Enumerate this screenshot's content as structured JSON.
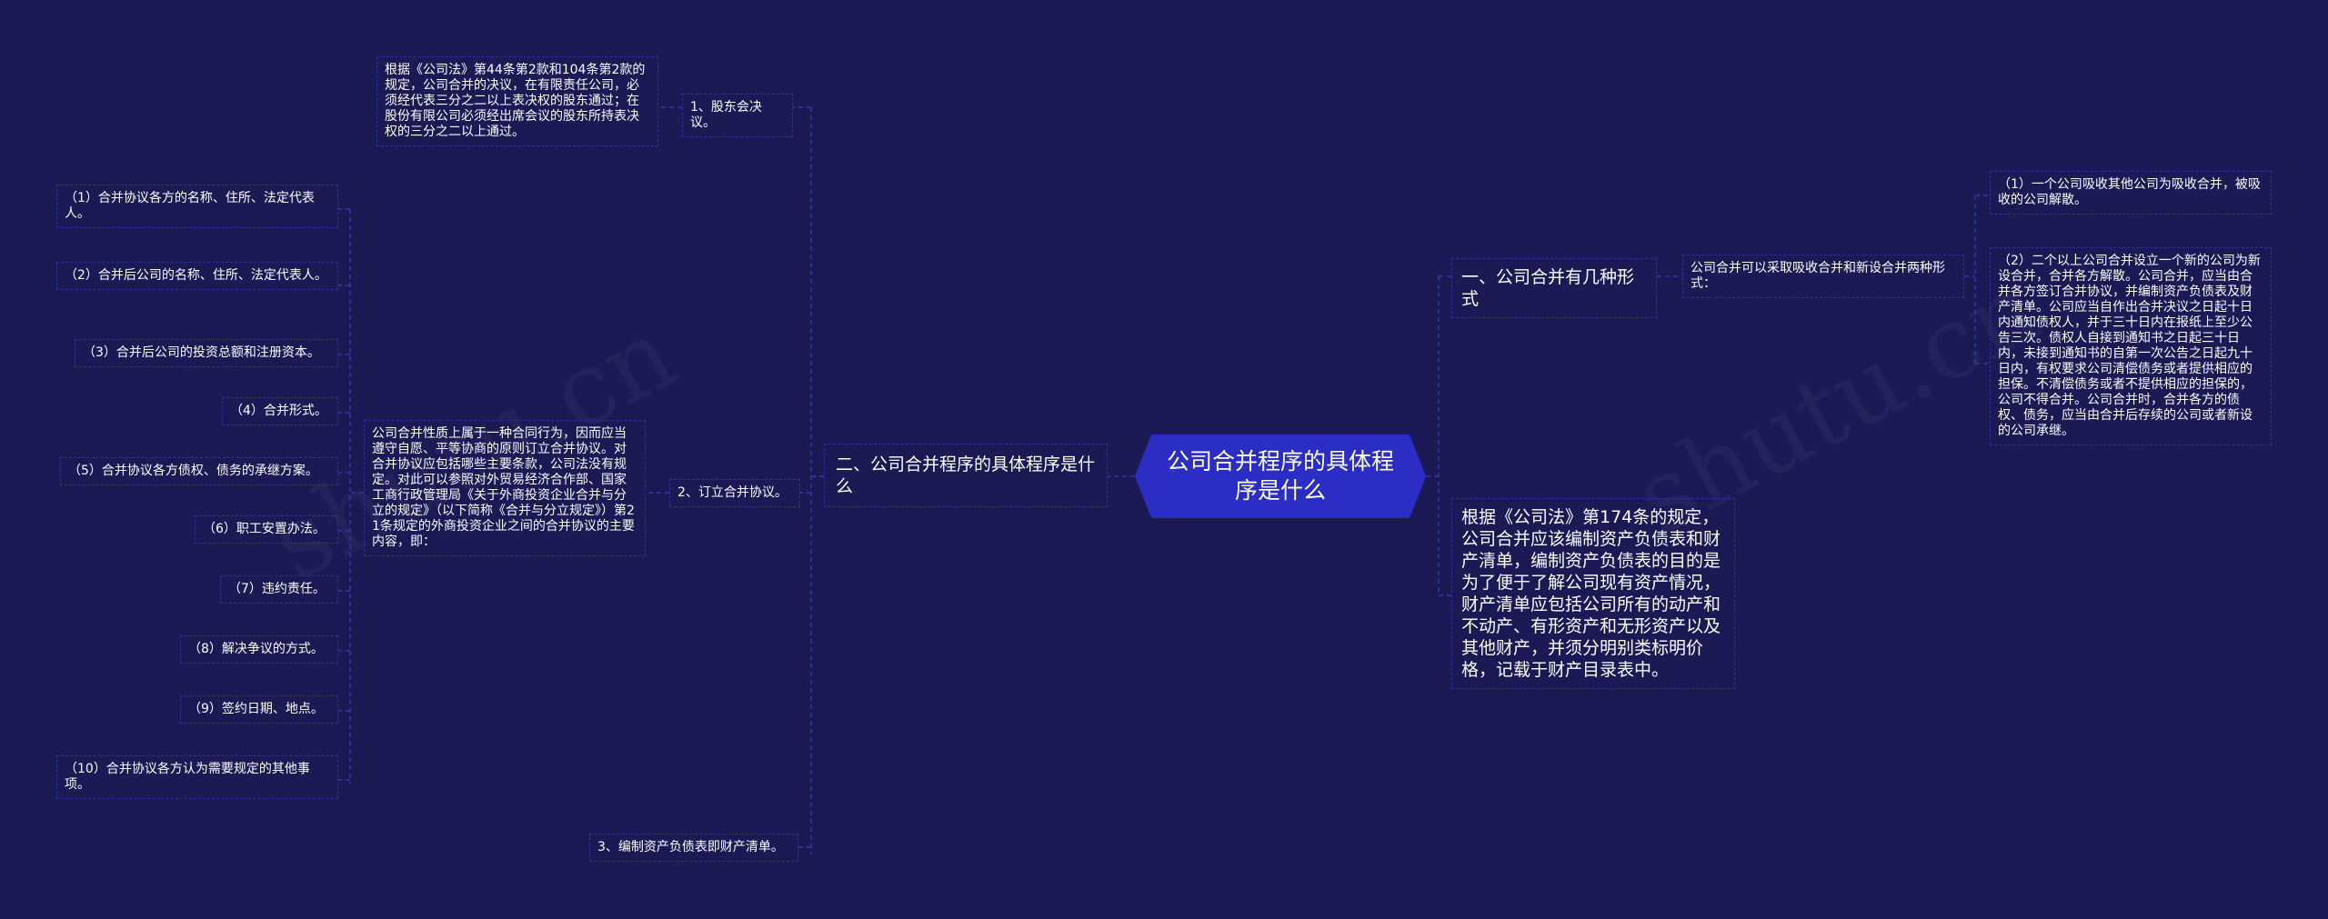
{
  "root": {
    "title": "公司合并程序的具体程序是什么"
  },
  "left": {
    "branch": "二、公司合并程序的具体程序是什么",
    "step1": {
      "label": "1、股东会决议。",
      "detail": "根据《公司法》第44条第2款和104条第2款的规定，公司合并的决议，在有限责任公司，必须经代表三分之二以上表决权的股东通过；在股份有限公司必须经出席会议的股东所持表决权的三分之二以上通过。"
    },
    "step2": {
      "label": "2、订立合并协议。",
      "detail": "公司合并性质上属于一种合同行为，因而应当遵守自愿、平等协商的原则订立合并协议。对合并协议应包括哪些主要条款，公司法没有规定。对此可以参照对外贸易经济合作部、国家工商行政管理局《关于外商投资企业合并与分立的规定》（以下简称《合并与分立规定》）第21条规定的外商投资企业之间的合并协议的主要内容，即：",
      "items": [
        "（1）合并协议各方的名称、住所、法定代表人。",
        "（2）合并后公司的名称、住所、法定代表人。",
        "（3）合并后公司的投资总额和注册资本。",
        "（4）合并形式。",
        "（5）合并协议各方债权、债务的承继方案。",
        "（6）职工安置办法。",
        "（7）违约责任。",
        "（8）解决争议的方式。",
        "（9）签约日期、地点。",
        "（10）合并协议各方认为需要规定的其他事项。"
      ]
    },
    "step3": {
      "label": "3、编制资产负债表即财产清单。"
    }
  },
  "right": {
    "branch1": {
      "label": "一、公司合并有几种形式",
      "summary": "公司合并可以采取吸收合并和新设合并两种形式：",
      "items": [
        "（1）一个公司吸收其他公司为吸收合并，被吸收的公司解散。",
        "（2）二个以上公司合并设立一个新的公司为新设合并，合并各方解散。公司合并，应当由合并各方签订合并协议，并编制资产负债表及财产清单。公司应当自作出合并决议之日起十日内通知债权人，并于三十日内在报纸上至少公告三次。债权人自接到通知书之日起三十日内，未接到通知书的自第一次公告之日起九十日内，有权要求公司清偿债务或者提供相应的担保。不清偿债务或者不提供相应的担保的，公司不得合并。公司合并时，合并各方的债权、债务，应当由合并后存续的公司或者新设的公司承继。"
      ]
    },
    "branch2": {
      "text": "根据《公司法》第174条的规定，公司合并应该编制资产负债表和财产清单，编制资产负债表的目的是为了便于了解公司现有资产情况，财产清单应包括公司所有的动产和不动产、有形资产和无形资产以及其他财产，并须分明别类标明价格，记载于财产目录表中。"
    }
  },
  "watermark": "shutu.cn",
  "colors": {
    "background": "#1b1a54",
    "root": "#2b2dc4",
    "line": "#3535b0"
  }
}
